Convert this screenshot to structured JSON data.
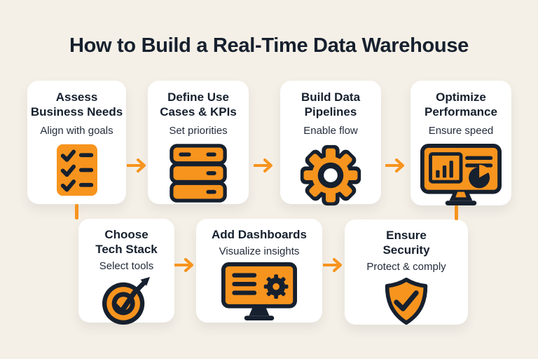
{
  "title": "How to Build a Real-Time Data Warehouse",
  "colors": {
    "background": "#F5F0E7",
    "card": "#FFFFFF",
    "accent_orange": "#F7941E",
    "ink_navy": "#16202E"
  },
  "steps": [
    {
      "title_line1": "Assess",
      "title_line2": "Business Needs",
      "subtitle": "Align with goals",
      "icon": "checklist-icon"
    },
    {
      "title_line1": "Define Use",
      "title_line2": "Cases & KPIs",
      "subtitle": "Set priorities",
      "icon": "database-icon"
    },
    {
      "title_line1": "Build Data",
      "title_line2": "Pipelines",
      "subtitle": "Enable flow",
      "icon": "gear-icon"
    },
    {
      "title_line1": "Optimize",
      "title_line2": "Performance",
      "subtitle": "Ensure speed",
      "icon": "analytics-monitor-icon"
    },
    {
      "title_line1": "Choose",
      "title_line2": "Tech Stack",
      "subtitle": "Select tools",
      "icon": "target-icon"
    },
    {
      "title_line1": "Add Dashboards",
      "title_line2": "",
      "subtitle": "Visualize insights",
      "icon": "dashboard-monitor-icon"
    },
    {
      "title_line1": "Ensure",
      "title_line2": "Security",
      "subtitle": "Protect & comply",
      "icon": "shield-check-icon"
    }
  ]
}
